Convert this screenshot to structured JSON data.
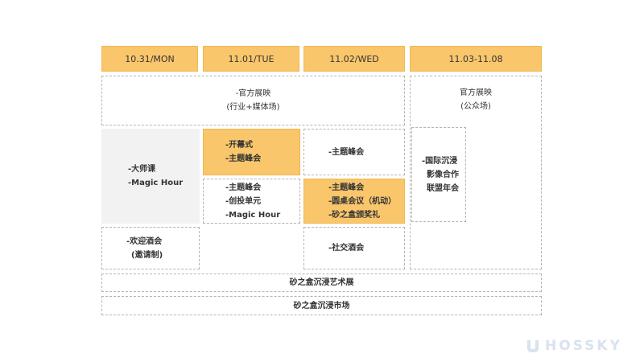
{
  "headers": [
    "10.31/MON",
    "11.01/TUE",
    "11.02/WED",
    "11.03-11.08"
  ],
  "screening_industry": {
    "line1": "-官方展映",
    "line2": "(行业+媒体场)"
  },
  "screening_public": {
    "line1": "官方展映",
    "line2": "(公众场)"
  },
  "masterclass": {
    "line1": "-大师课",
    "line2": "-Magic Hour"
  },
  "welcome": {
    "line1": "-欢迎酒会",
    "line2": "(邀请制)"
  },
  "opening": {
    "line1": "-开幕式",
    "line2": "-主题峰会"
  },
  "tue_lower": {
    "line1": "-主题峰会",
    "line2": "-创投单元",
    "line3": "-Magic Hour"
  },
  "wed_summit": {
    "line1": "-主题峰会"
  },
  "wed_orange": {
    "line1": "-主题峰会",
    "line2": "-圆桌会议（机动）",
    "line3": "-砂之盒颁奖礼"
  },
  "wed_social": {
    "line1": "-社交酒会"
  },
  "alliance": {
    "line1": "-国际沉浸",
    "line2": "影像合作",
    "line3": "联盟年会"
  },
  "exhibition": "砂之盒沉浸艺术展",
  "market": "砂之盒沉浸市场",
  "logo_text": "HOSSKY"
}
